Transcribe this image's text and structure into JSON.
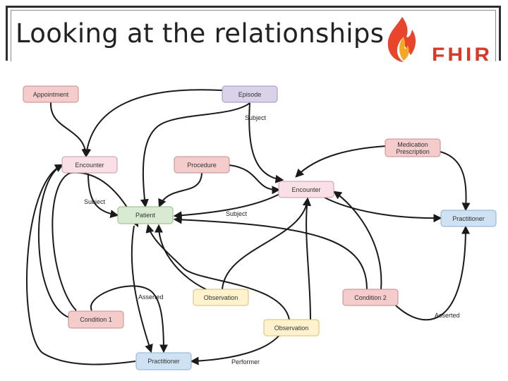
{
  "slide": {
    "title": "Looking at the relationships",
    "logo_text": "FHIR"
  },
  "colors": {
    "red_fill": "#f4cccc",
    "red_stroke": "#c98a8a",
    "purple_fill": "#d9d2e9",
    "purple_stroke": "#9f93c4",
    "green_fill": "#d9ead3",
    "green_stroke": "#93b884",
    "yellow_fill": "#fff2cc",
    "yellow_stroke": "#d4bd72",
    "blue_fill": "#cfe2f3",
    "blue_stroke": "#8aaed0",
    "pink_fill": "#f9dfe6",
    "pink_stroke": "#c99aa8"
  },
  "nodes": {
    "appointment": "Appointment",
    "episode": "Episode",
    "medication_prescription": [
      "Medication",
      "Prescription"
    ],
    "encounter_left": "Encounter",
    "procedure": "Procedure",
    "encounter_center": "Encounter",
    "patient": "Patient",
    "practitioner_right": "Practitioner",
    "observation_mid": "Observation",
    "condition_2": "Condition 2",
    "condition_1": "Condition 1",
    "observation_low": "Observation",
    "practitioner_bottom": "Practitioner"
  },
  "edge_labels": {
    "subject_top": "Subject",
    "subject_left": "Subject",
    "subject_mid": "Subject",
    "asserted_left": "Asserted",
    "asserted_right": "Asserted",
    "performer": "Performer"
  }
}
